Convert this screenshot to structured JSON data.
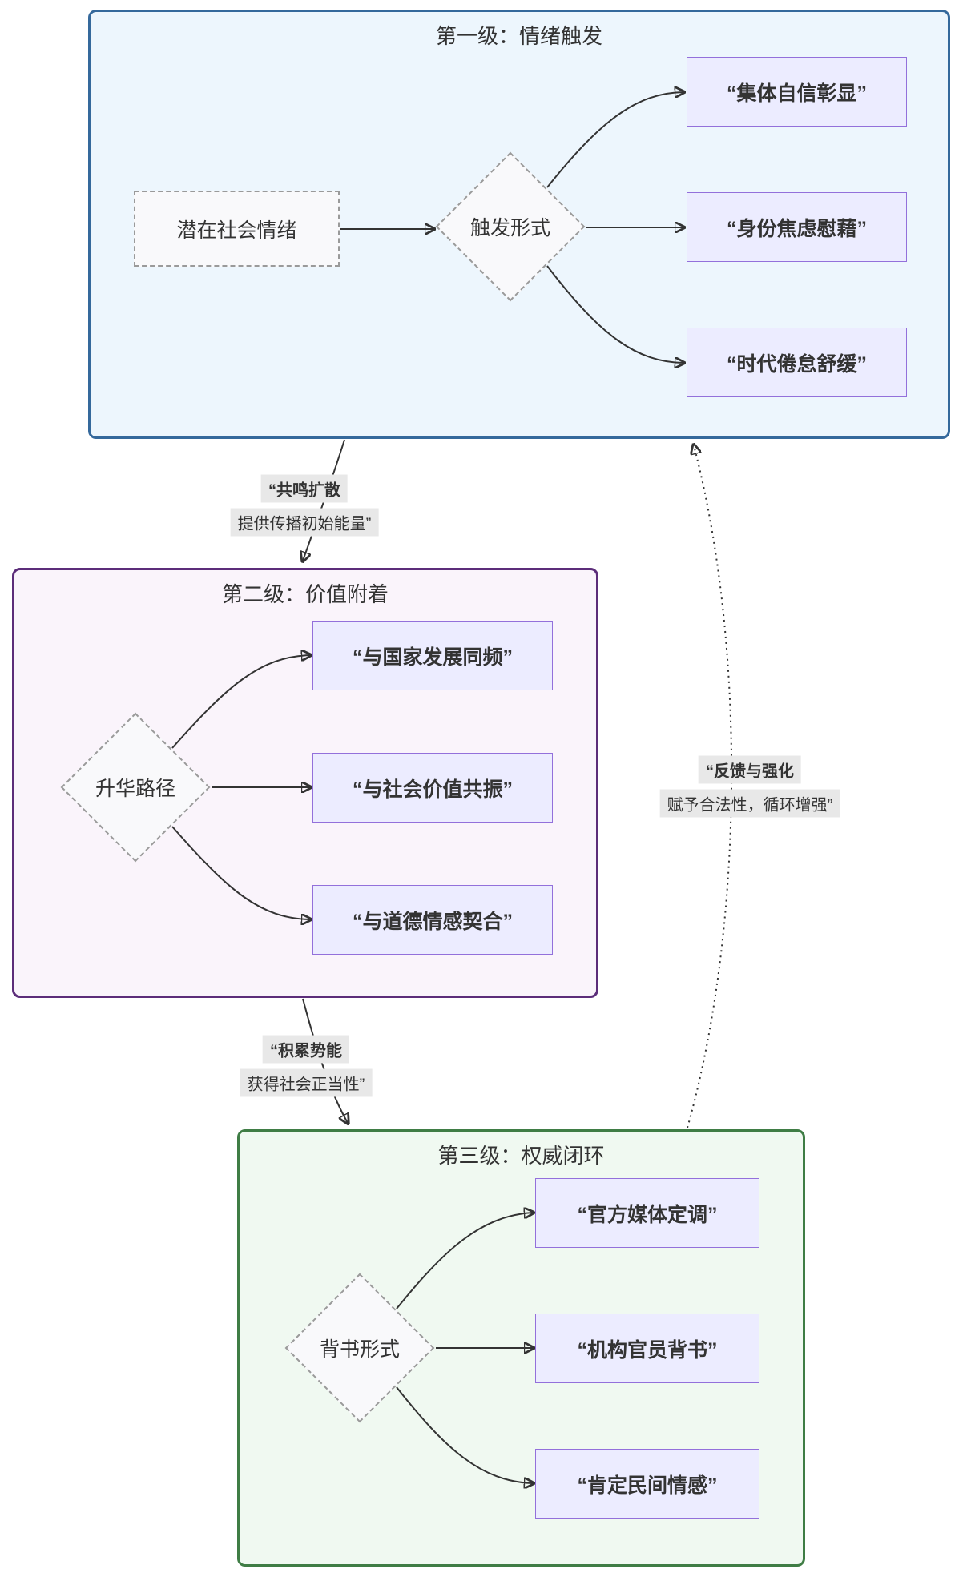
{
  "diagram": {
    "levels": [
      {
        "title": "第一级：情绪触发",
        "source_label": "潜在社会情绪",
        "decision_label": "触发形式",
        "outputs": [
          "“集体自信彰显”",
          "“身份焦虑慰藉”",
          "“时代倦怠舒缓”"
        ],
        "fill": "#edf6fd",
        "border": "#35699c"
      },
      {
        "title": "第二级：价值附着",
        "decision_label": "升华路径",
        "outputs": [
          "“与国家发展同频”",
          "“与社会价值共振”",
          "“与道德情感契合”"
        ],
        "fill": "#faf4fb",
        "border": "#5c2d7a"
      },
      {
        "title": "第三级：权威闭环",
        "decision_label": "背书形式",
        "outputs": [
          "“官方媒体定调”",
          "“机构官员背书”",
          "“肯定民间情感”"
        ],
        "fill": "#f0f9f1",
        "border": "#3f7d45"
      }
    ],
    "edge_labels": [
      {
        "line1": "“共鸣扩散",
        "line2": "提供传播初始能量”"
      },
      {
        "line1": "“积累势能",
        "line2": "获得社会正当性”"
      },
      {
        "line1": "“反馈与强化",
        "line2": "赋予合法性，循环增强”"
      }
    ],
    "node_colors": {
      "fill": "#ececff",
      "border": "#9370db"
    },
    "edge_color": "#333333",
    "edge_label_bg": "#e8e8e8"
  }
}
